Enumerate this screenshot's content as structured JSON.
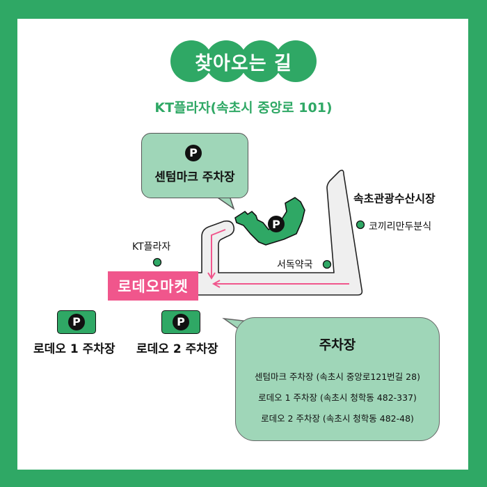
{
  "header": {
    "title": "찾아오는 길",
    "subtitle": "KT플라자(속초시 중앙로 101)"
  },
  "colors": {
    "brand_green": "#2fa865",
    "bubble_green": "#9fd6b8",
    "road_gray": "#efefef",
    "route_pink": "#f0568c",
    "sign_pink": "#f0568c"
  },
  "map": {
    "callout_top": {
      "icon": "parking-icon",
      "icon_glyph": "P",
      "label": "센텀마크 주차장"
    },
    "parking_lot_icon_glyph": "P",
    "landmarks": {
      "market": "속초관광수산시장",
      "dumpling": "코끼리만두분식",
      "kt_plaza": "KT플라자",
      "pharmacy": "서독약국"
    },
    "destination_sign": "로데오마켓",
    "parking_badges": [
      {
        "icon_glyph": "P",
        "label": "로데오 1 주차장"
      },
      {
        "icon_glyph": "P",
        "label": "로데오 2 주차장"
      }
    ]
  },
  "parking_info": {
    "title": "주차장",
    "entries": [
      "센텀마크 주차장 (속초시 중앙로121번길 28)",
      "로데오 1 주차장 (속초시 청학동 482-337)",
      "로데오 2 주차장 (속초시 청학동 482-48)"
    ]
  }
}
